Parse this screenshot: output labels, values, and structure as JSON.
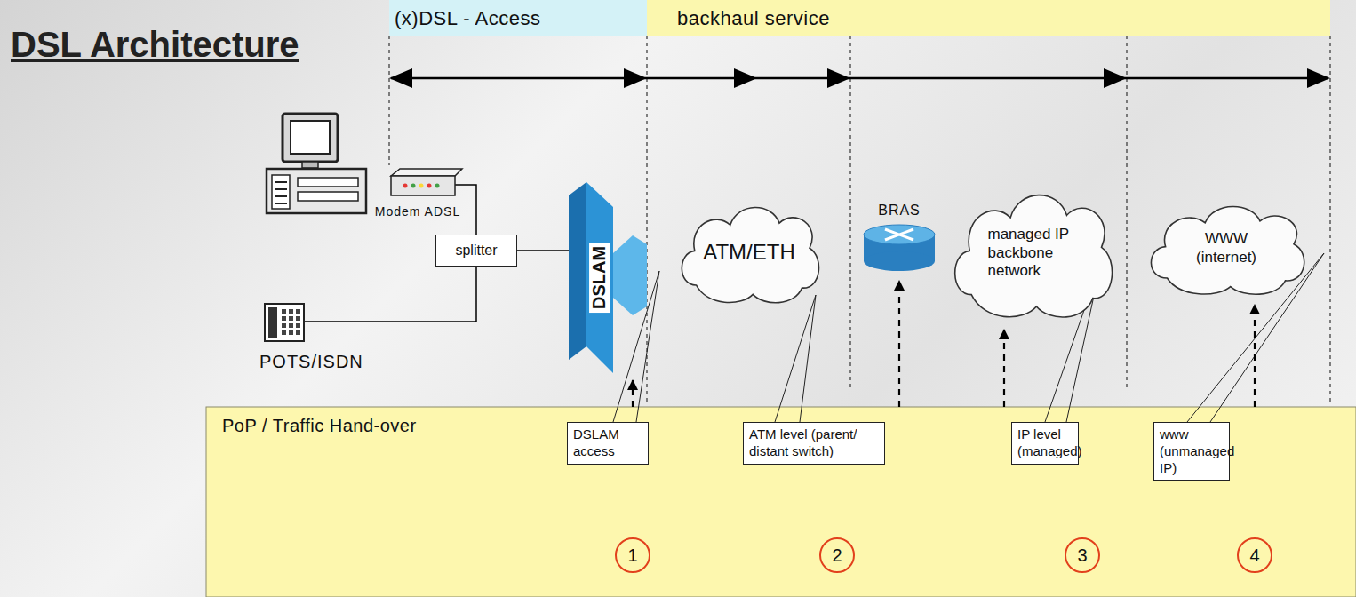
{
  "diagram": {
    "title": "DSL Architecture",
    "nodes": [
      {
        "text": [
          "(x)DSL - Access"
        ]
      },
      {
        "text": [
          "backhaul service"
        ]
      },
      {
        "text": [
          "Modem ADSL"
        ]
      },
      {
        "text": [
          "splitter"
        ]
      },
      {
        "text": [
          "POTS/ISDN"
        ]
      },
      {
        "text": [
          "DSLAM"
        ]
      },
      {
        "text": [
          "ATM/ETH"
        ]
      },
      {
        "text": [
          "BRAS"
        ]
      },
      {
        "text": [
          "managed IP backbone network"
        ]
      },
      {
        "text": [
          "WWW (internet)"
        ]
      },
      {
        "text": [
          "PoP / Traffic Hand-over"
        ]
      },
      {
        "text": [
          "DSLAM access"
        ],
        "in": 10
      },
      {
        "text": [
          "ATM level (parent/ distant switch)"
        ],
        "in": 10
      },
      {
        "text": [
          "IP level (managed)"
        ],
        "in": 10
      },
      {
        "text": [
          "www (unmanaged IP)"
        ],
        "in": 10
      },
      {
        "text": [
          "1"
        ],
        "in": 10
      },
      {
        "text": [
          "2"
        ],
        "in": 10
      },
      {
        "text": [
          "3"
        ],
        "in": 10
      },
      {
        "text": [
          "4"
        ],
        "in": 10
      }
    ],
    "edges": [
      {
        "from": 2,
        "to": 3,
        "arrow": "none"
      },
      {
        "from": 3,
        "to": 4,
        "arrow": "none"
      },
      {
        "from": 3,
        "to": 5,
        "arrow": "none"
      },
      {
        "from": 10,
        "to": 5,
        "arrow": "to"
      },
      {
        "from": 10,
        "to": 7,
        "arrow": "to"
      },
      {
        "from": 10,
        "to": 8,
        "arrow": "to"
      },
      {
        "from": 10,
        "to": 9,
        "arrow": "to"
      }
    ]
  }
}
